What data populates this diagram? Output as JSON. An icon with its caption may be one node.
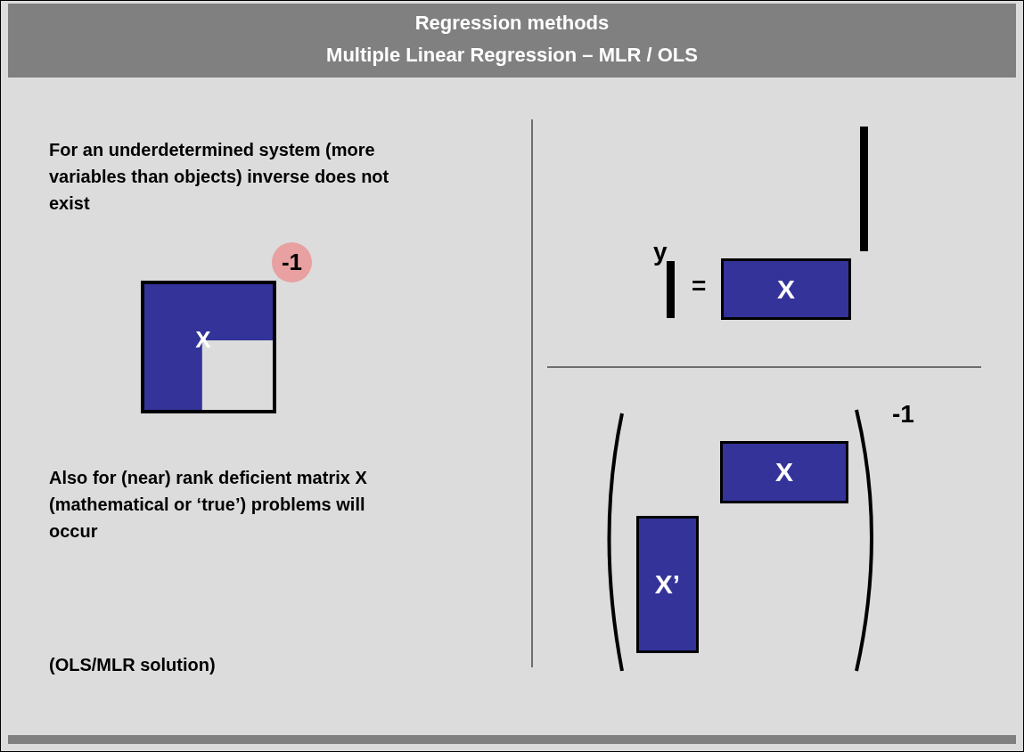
{
  "diagram": {
    "title": "Regression methods",
    "nodes": [
      {
        "text": [
          "X"
        ]
      },
      {
        "text": [
          "-1"
        ]
      },
      {
        "text": [
          "X"
        ]
      },
      {
        "text": [
          "X"
        ]
      },
      {
        "text": [
          "X’"
        ]
      }
    ],
    "labels": [
      "Multiple Linear Regression – MLR / OLS",
      "For an underdetermined system (more variables than objects) inverse does not exist",
      "y",
      "=",
      "Also for (near) rank deficient matrix X (mathematical or ‘true’) problems will occur",
      "-1",
      "(OLS/MLR solution)"
    ]
  }
}
